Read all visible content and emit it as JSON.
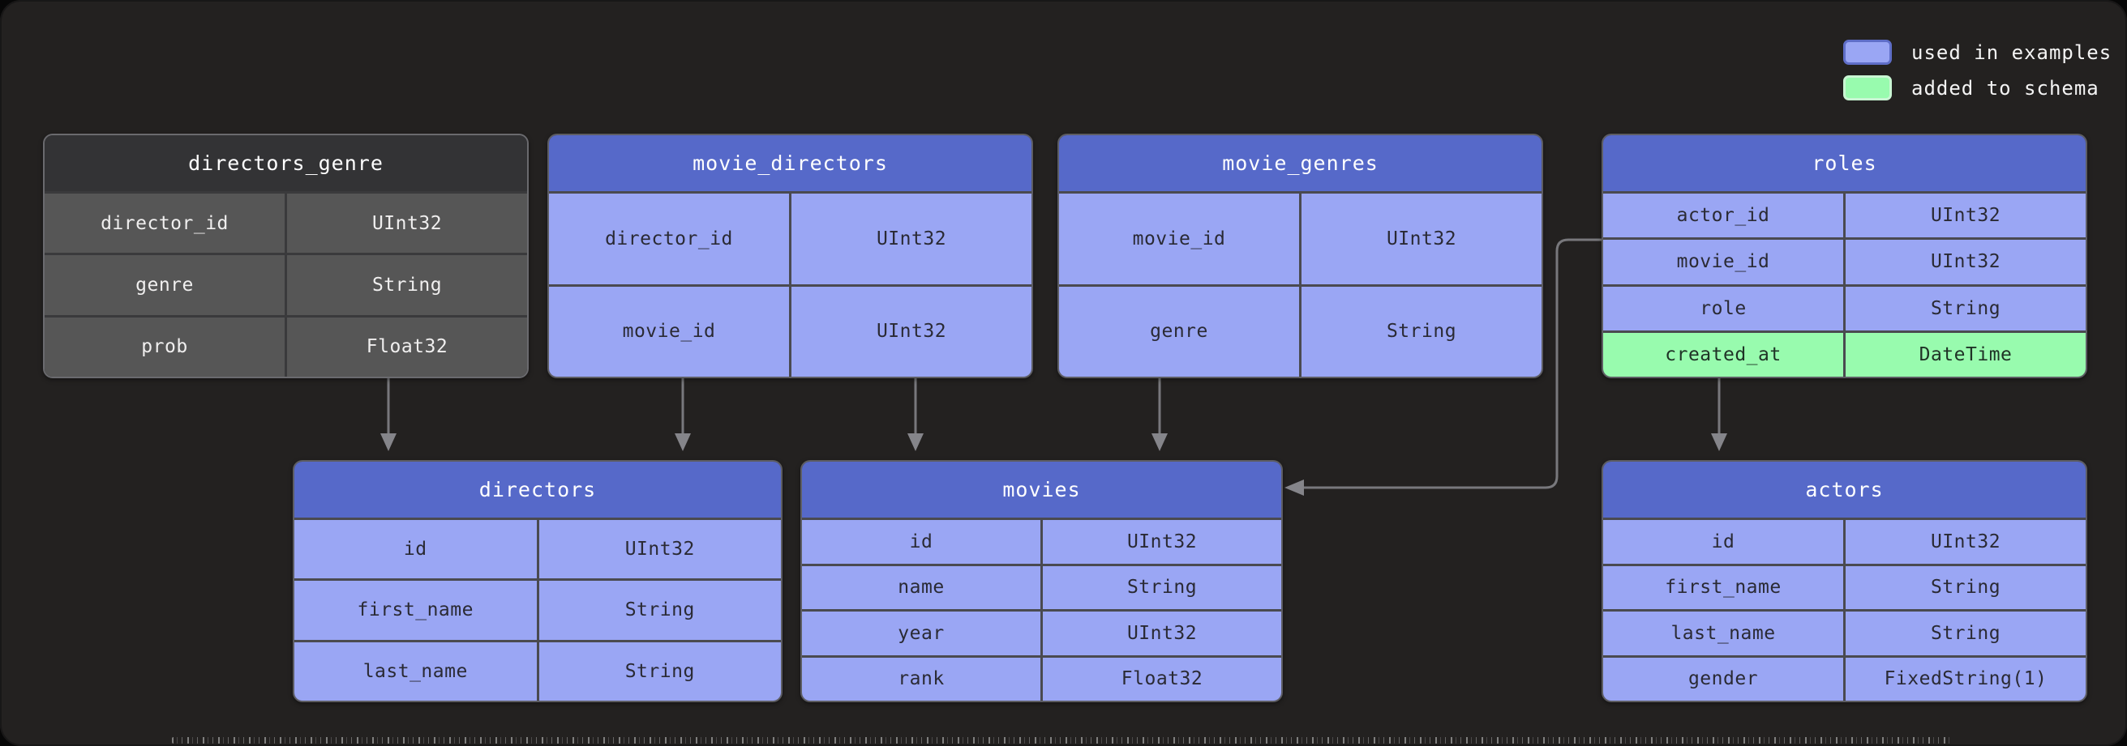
{
  "legend": {
    "items": [
      {
        "key": "used",
        "label": "used in examples",
        "color": "#9aa6f4"
      },
      {
        "key": "added",
        "label": "added to schema",
        "color": "#98fbae"
      }
    ]
  },
  "colors": {
    "header_blue": "#5669c9",
    "row_blue": "#9aa6f4",
    "row_green": "#98fbae",
    "header_grey": "#333335",
    "row_grey": "#565656",
    "arrow_grey": "#78787c",
    "background": "#232120"
  },
  "tables": {
    "directors_genre": {
      "title": "directors_genre",
      "fields": [
        {
          "name": "director_id",
          "type": "UInt32"
        },
        {
          "name": "genre",
          "type": "String"
        },
        {
          "name": "prob",
          "type": "Float32"
        }
      ]
    },
    "movie_directors": {
      "title": "movie_directors",
      "fields": [
        {
          "name": "director_id",
          "type": "UInt32"
        },
        {
          "name": "movie_id",
          "type": "UInt32"
        }
      ]
    },
    "movie_genres": {
      "title": "movie_genres",
      "fields": [
        {
          "name": "movie_id",
          "type": "UInt32"
        },
        {
          "name": "genre",
          "type": "String"
        }
      ]
    },
    "roles": {
      "title": "roles",
      "fields": [
        {
          "name": "actor_id",
          "type": "UInt32"
        },
        {
          "name": "movie_id",
          "type": "UInt32"
        },
        {
          "name": "role",
          "type": "String"
        },
        {
          "name": "created_at",
          "type": "DateTime",
          "added": true
        }
      ]
    },
    "directors": {
      "title": "directors",
      "fields": [
        {
          "name": "id",
          "type": "UInt32"
        },
        {
          "name": "first_name",
          "type": "String"
        },
        {
          "name": "last_name",
          "type": "String"
        }
      ]
    },
    "movies": {
      "title": "movies",
      "fields": [
        {
          "name": "id",
          "type": "UInt32"
        },
        {
          "name": "name",
          "type": "String"
        },
        {
          "name": "year",
          "type": "UInt32"
        },
        {
          "name": "rank",
          "type": "Float32"
        }
      ]
    },
    "actors": {
      "title": "actors",
      "fields": [
        {
          "name": "id",
          "type": "UInt32"
        },
        {
          "name": "first_name",
          "type": "String"
        },
        {
          "name": "last_name",
          "type": "String"
        },
        {
          "name": "gender",
          "type": "FixedString(1)"
        }
      ]
    }
  }
}
